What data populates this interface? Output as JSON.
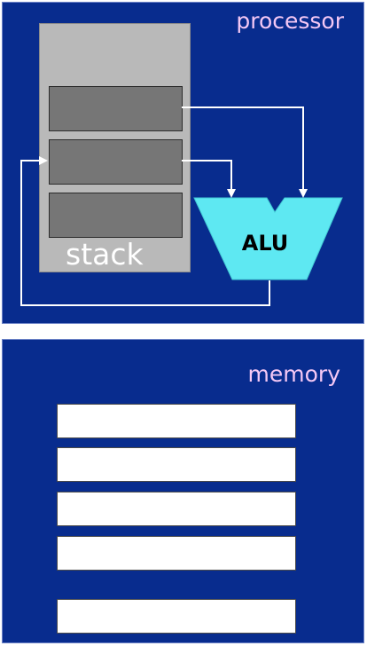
{
  "processor": {
    "title": "processor",
    "stack_label": "stack",
    "alu_label": "ALU"
  },
  "memory": {
    "title": "memory"
  },
  "colors": {
    "panel_background": "#082c8e",
    "title_text": "#f5c8f5",
    "stack_body": "#b9b9b9",
    "stack_slot": "#767676",
    "alu": "#5ee8f2",
    "connector": "#ffffff",
    "memory_cell": "#ffffff"
  }
}
